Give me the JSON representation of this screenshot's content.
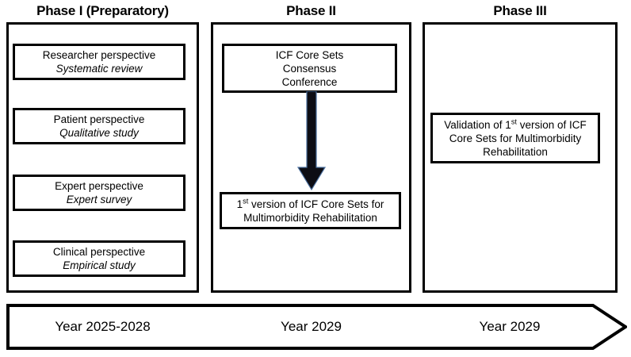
{
  "figure": {
    "title": "ICF Core Sets for Multimorbidity Rehabilitation development phases",
    "stroke_color": "#000000",
    "background_color": "#ffffff",
    "arrow_color": "#0d0d14",
    "arrow_outline_color": "#4a6f9e"
  },
  "phases": [
    {
      "id": "phase-1",
      "heading": "Phase I (Preparatory)",
      "year_label": "Year 2025-2028",
      "boxes": [
        {
          "id": "researcher",
          "title": "Researcher perspective",
          "subtitle": "Systematic review"
        },
        {
          "id": "patient",
          "title": "Patient perspective",
          "subtitle": "Qualitative study"
        },
        {
          "id": "expert",
          "title": "Expert perspective",
          "subtitle": "Expert survey"
        },
        {
          "id": "clinical",
          "title": "Clinical perspective",
          "subtitle": "Empirical study"
        }
      ]
    },
    {
      "id": "phase-2",
      "heading": "Phase II",
      "year_label": "Year 2029",
      "boxes": [
        {
          "id": "consensus",
          "line1": "ICF Core Sets",
          "line2": "Consensus",
          "line3": "Conference"
        },
        {
          "id": "version1",
          "line1_prefix": "1",
          "line1_sup": "st",
          "line1_rest": " version of ICF Core Sets for",
          "line2": "Multimorbidity Rehabilitation"
        }
      ],
      "connector": {
        "id": "down-arrow",
        "direction": "down"
      }
    },
    {
      "id": "phase-3",
      "heading": "Phase III",
      "year_label": "Year 2029",
      "boxes": [
        {
          "id": "validation",
          "line1_prefix": "Validation of 1",
          "line1_sup": "st",
          "line1_rest": " version of ICF",
          "line2": "Core Sets for Multimorbidity",
          "line3": "Rehabilitation"
        }
      ]
    }
  ]
}
